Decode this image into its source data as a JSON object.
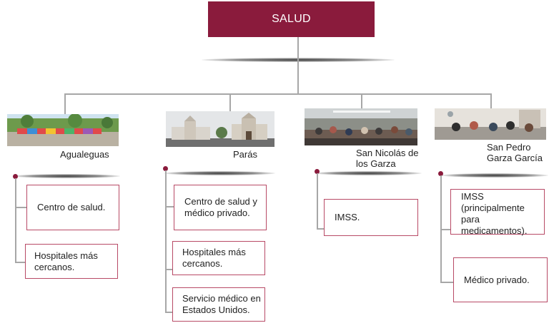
{
  "title": "SALUD",
  "colors": {
    "accent": "#8a1b3c",
    "box_border": "#b84a66",
    "connector": "#a7a7a7"
  },
  "branches": [
    {
      "name": "Agualeguas",
      "photo": "Agualeguas town sign",
      "items": [
        "Centro de salud.",
        "Hospitales más cercanos."
      ]
    },
    {
      "name": "Parás",
      "photo": "Parás church",
      "items": [
        "Centro de salud y médico privado.",
        "Hospitales más cercanos.",
        "Servicio médico en Estados Unidos."
      ]
    },
    {
      "name": "San Nicolás de los Garza",
      "photo": "community hall meeting",
      "items": [
        "IMSS."
      ]
    },
    {
      "name": "San Pedro Garza García",
      "photo": "group seated in room",
      "items": [
        "IMSS (principalmente para medicamentos).",
        "Médico privado."
      ]
    }
  ]
}
